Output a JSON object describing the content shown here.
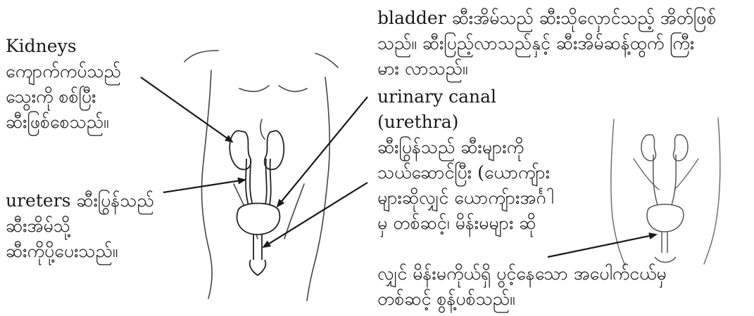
{
  "labels": {
    "kidneys": "Kidneys\nကျောက်ကပ်သည်\nသွေးကို စစ်ပြီး\nဆီးဖြစ်စေသည်။",
    "ureters": "ureters ဆီးပြွန်သည်\nဆီးအိမ်သို့\nဆီးကိုပို့ပေးသည်။",
    "bladder": "bladder ဆီးအိမ်သည် ဆီးသိုလှောင်သည့် အိတ်ဖြစ်\nသည်။ ဆီးပြည့်လာသည်နှင့် ဆီးအိမ်ဆန့်ထွက် ကြီး\nမား လာသည်။",
    "urethra_a": "urinary canal (urethra)\nဆီးပြွန်သည် ဆီးများကို\nသယ်ဆောင်ပြီး (ယောကျ်ား\nများဆိုလျှင် ယောကျ်ားအင်္ဂါ\nမှ တစ်ဆင့်၊ မိန်းမများ ဆို",
    "urethra_b": "လျှင် မိန်းမကိုယ်ရှိ ပွင့်နေသော အပေါက်ငယ်မှ\nတစ်ဆင့် စွန့်ပစ်သည်။"
  }
}
